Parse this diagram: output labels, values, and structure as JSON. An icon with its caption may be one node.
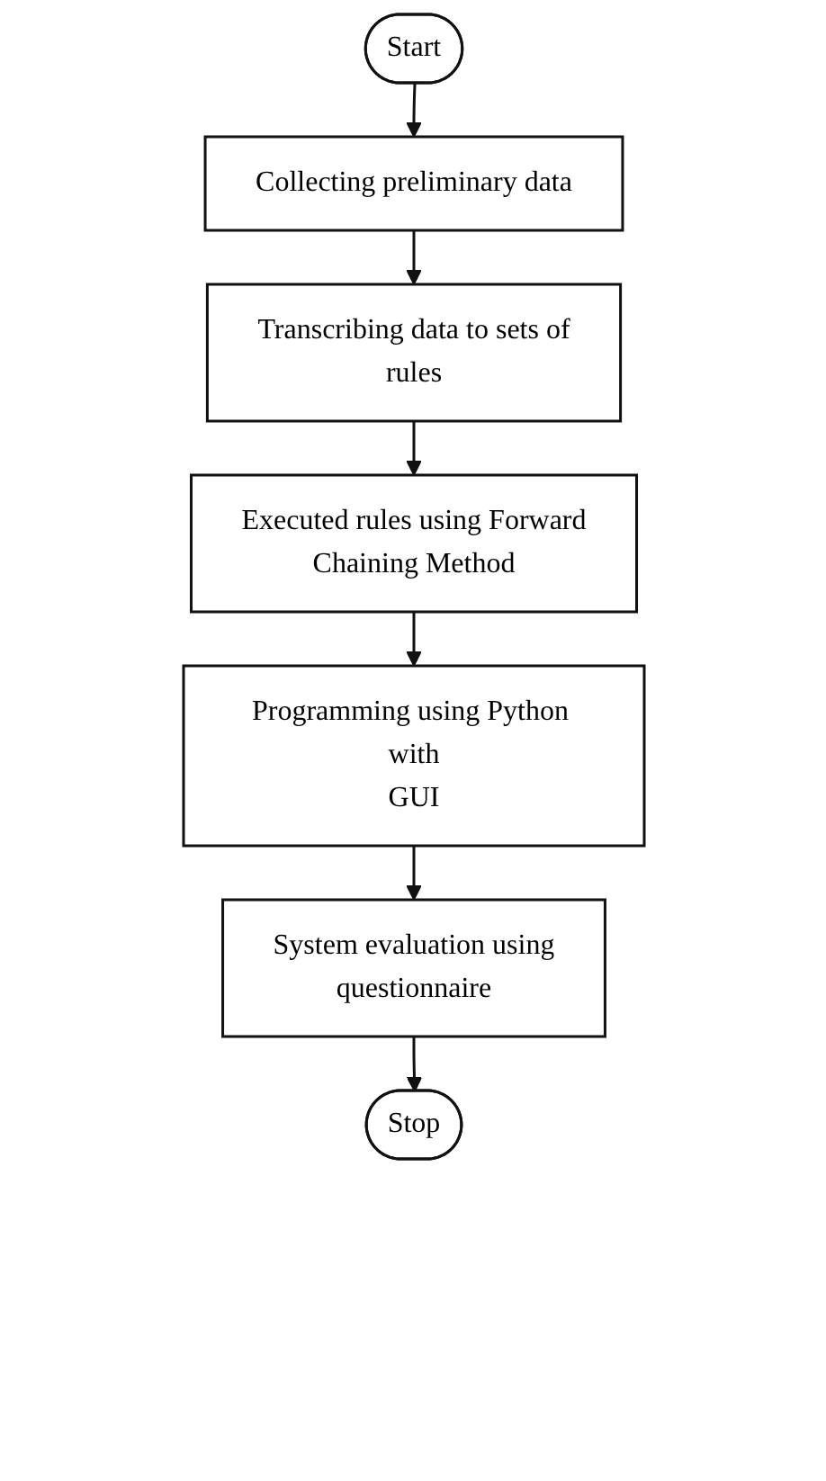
{
  "diagram": {
    "nodes": [
      {
        "text": [
          "Start"
        ]
      },
      {
        "text": [
          "Collecting preliminary data"
        ]
      },
      {
        "text": [
          "Transcribing data to sets of rules"
        ]
      },
      {
        "text": [
          "Executed rules using Forward Chaining Method"
        ]
      },
      {
        "text": [
          "Programming using Python with GUI"
        ]
      },
      {
        "text": [
          "System evaluation using questionnaire"
        ]
      },
      {
        "text": [
          "Stop"
        ]
      }
    ],
    "edges": [
      {
        "from": 0,
        "to": 1,
        "arrow": "to"
      },
      {
        "from": 1,
        "to": 2,
        "arrow": "to"
      },
      {
        "from": 2,
        "to": 3,
        "arrow": "to"
      },
      {
        "from": 3,
        "to": 4,
        "arrow": "to"
      },
      {
        "from": 4,
        "to": 5,
        "arrow": "to"
      },
      {
        "from": 5,
        "to": 6,
        "arrow": "to"
      }
    ]
  }
}
